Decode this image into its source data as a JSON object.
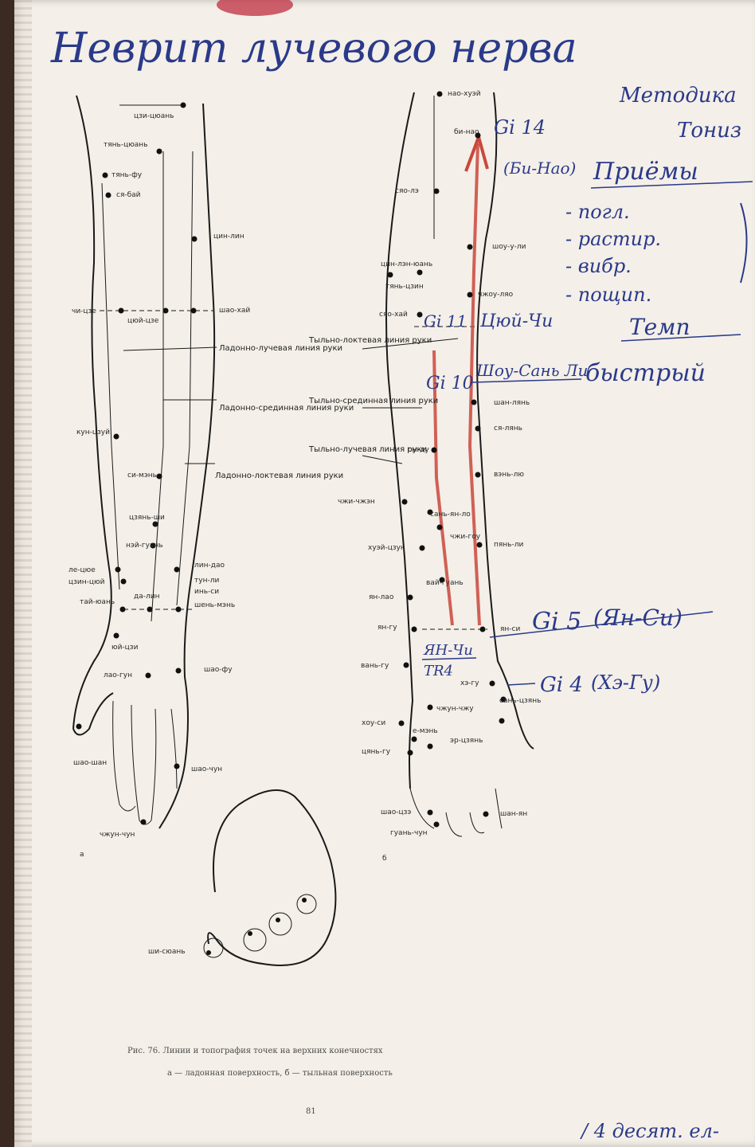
{
  "title": "Неврит лучевого нерва",
  "right_notes": {
    "line1": "Методика",
    "line2": "Тониз",
    "heading": "Приёмы",
    "items": [
      "- погл.",
      "- растир.",
      "- вибр.",
      "- пощип."
    ],
    "temp_label": "Темп",
    "temp_value": "быстрый"
  },
  "annotations": {
    "gi14": "Gi 14",
    "gi14_name": "(Би-Нао)",
    "gi11": "Gi 11",
    "gi11_name": "Цюй-Чи",
    "gi10": "Gi 10",
    "gi10_name": "Шоу-Сань Ли",
    "gi5": "Gi 5",
    "gi5_name": "(Ян-Си)",
    "gi4": "Gi 4",
    "gi4_name": "(Хэ-Гу)",
    "tr4_top": "ЯН-Чи",
    "tr4_bottom": "TR4",
    "bottom_note": "/ 4 десят. ел-"
  },
  "figure_a": {
    "letter": "а",
    "labels": [
      "цзи-цюань",
      "тянь-цюань",
      "тянь-фу",
      "ся-бай",
      "цин-лин",
      "чи-цзе",
      "цюй-цзе",
      "шао-хай",
      "кун-цзуй",
      "си-мэнь",
      "цзянь-ши",
      "нэй-гуань",
      "ле-цюе",
      "цзин-цюй",
      "тай-юань",
      "да-лин",
      "лин-дао",
      "тун-ли",
      "инь-си",
      "шень-мэнь",
      "юй-цзи",
      "лао-гун",
      "шао-фу",
      "шао-шан",
      "шао-чун",
      "чжун-чун",
      "ши-сюань"
    ],
    "lines": [
      "Ладонно-лучевая линия руки",
      "Ладонно-срединная линия руки",
      "Ладонно-локтевая линия руки"
    ]
  },
  "figure_b": {
    "letter": "б",
    "labels": [
      "нао-хуэй",
      "би-нао",
      "сяо-лэ",
      "шоу-у-ли",
      "цин-лэн-юань",
      "тянь-цзин",
      "чжоу-ляо",
      "сяо-хай",
      "шан-лянь",
      "ся-лянь",
      "сы-ду",
      "вэнь-лю",
      "чжи-чжэн",
      "сань-ян-ло",
      "чжи-гоу",
      "пянь-ли",
      "хуэй-цзун",
      "вай-гуань",
      "ян-лао",
      "ян-гу",
      "ян-си",
      "вань-гу",
      "хэ-гу",
      "сань-цзянь",
      "чжун-чжу",
      "хоу-си",
      "е-мэнь",
      "эр-цзянь",
      "цянь-гу",
      "шао-цзэ",
      "шан-ян",
      "гуань-чун"
    ],
    "lines": [
      "Тыльно-локтевая линия руки",
      "Тыльно-срединная линия руки",
      "Тыльно-лучевая линия руки"
    ]
  },
  "caption": {
    "line1": "Рис. 76. Линии и топография точек на верхних конечностях",
    "line2": "а — ладонная поверхность, б — тыльная поверхность",
    "page": "81"
  },
  "colors": {
    "red_arrow": "#c9473b",
    "ink": "#2a3a8a",
    "lipstick": "#c03a4a"
  }
}
